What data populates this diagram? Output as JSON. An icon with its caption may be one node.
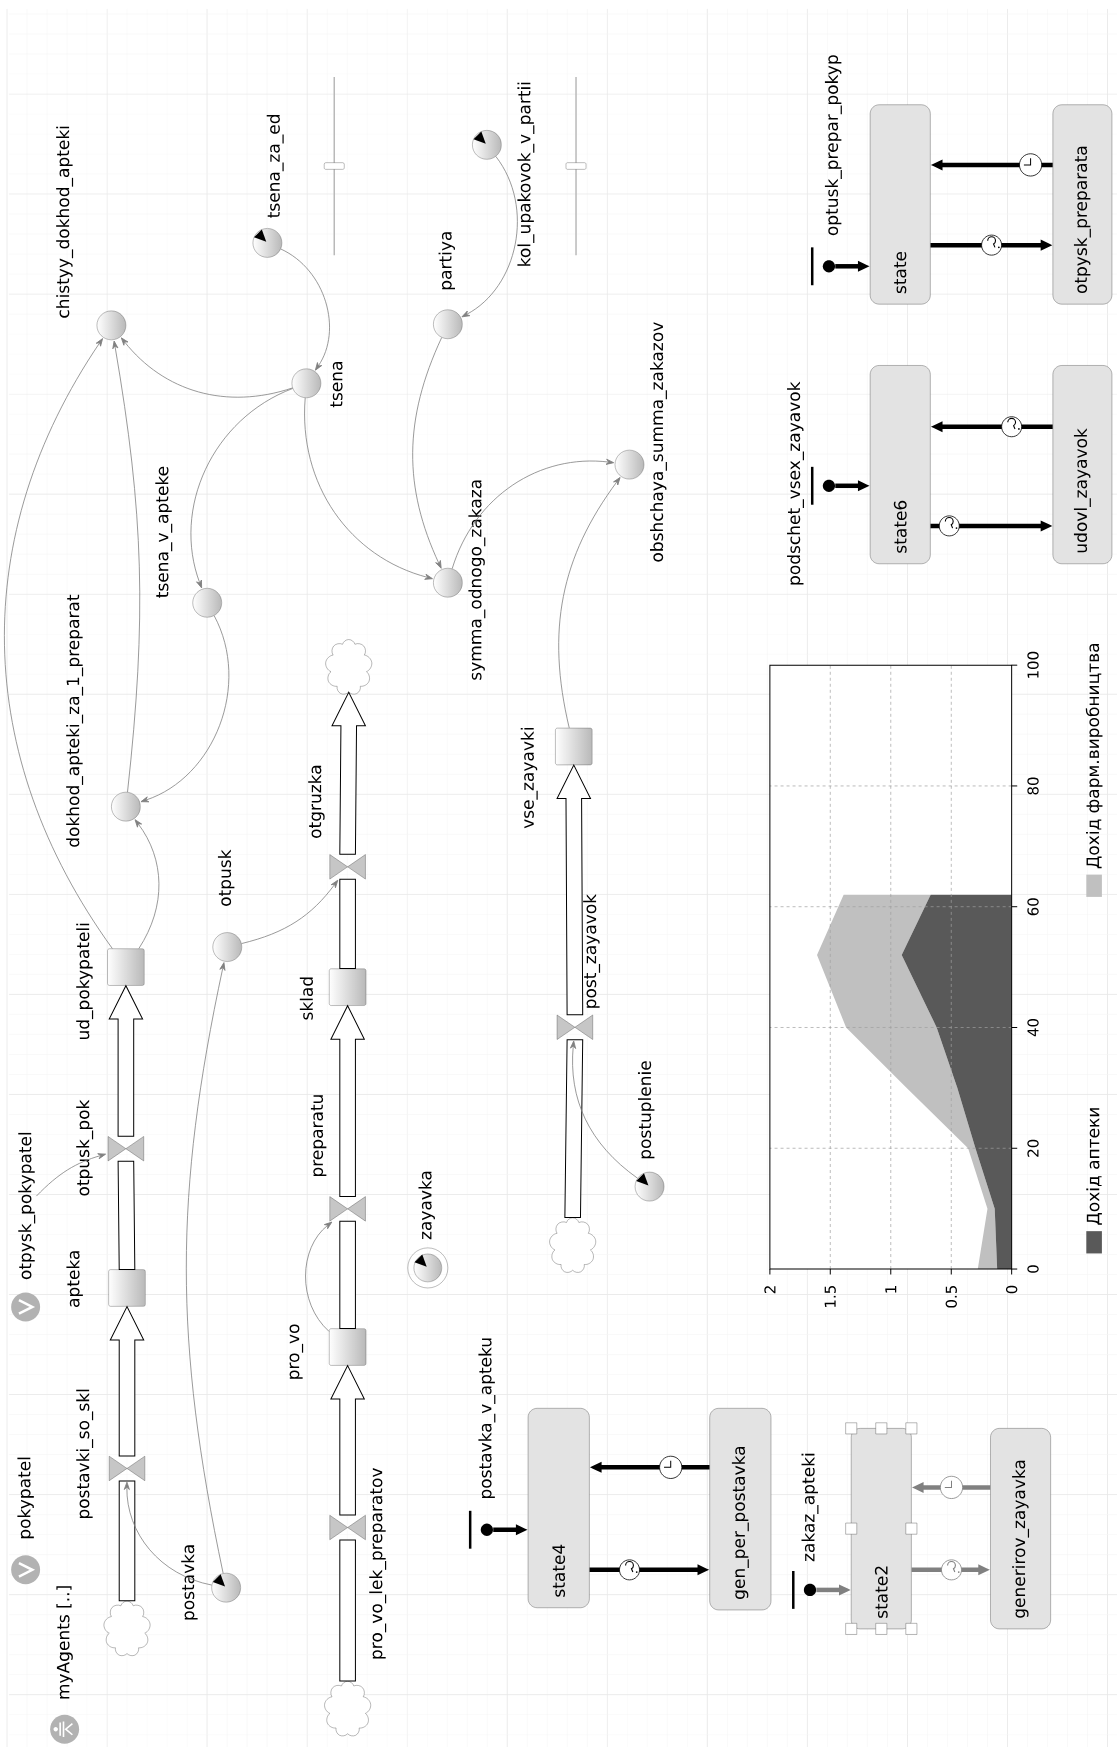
{
  "diagram": {
    "nodes": [
      {
        "text": [
          "chistyy_dokhod_apteki"
        ]
      },
      {
        "text": [
          "tsena_za_ed"
        ]
      },
      {
        "text": [
          "kol_upakovok_v_partii"
        ]
      },
      {
        "text": [
          "tsena"
        ]
      },
      {
        "text": [
          "partiya"
        ]
      },
      {
        "text": [
          "tsena_v_apteke"
        ]
      },
      {
        "text": [
          "symma_odnogo_zakaza"
        ]
      },
      {
        "text": [
          "obshchaya_summa_zakazov"
        ]
      },
      {
        "text": [
          "dokhod_apteki_za_1_preparat"
        ]
      },
      {
        "text": [
          "otpysk_pokypatel"
        ]
      },
      {
        "text": [],
        "shape": "cloud"
      },
      {
        "text": [
          "postavki_so_skl"
        ]
      },
      {
        "text": [
          "apteka"
        ]
      },
      {
        "text": [
          "otpusk_pok"
        ]
      },
      {
        "text": [
          "ud_pokypateli"
        ]
      },
      {
        "text": [
          "postavka"
        ]
      },
      {
        "text": [
          "otpusk"
        ]
      },
      {
        "text": [],
        "shape": "cloud"
      },
      {
        "text": [
          "pro_vo_lek_preparatov"
        ]
      },
      {
        "text": [
          "pro_vo"
        ]
      },
      {
        "text": [
          "preparatu"
        ]
      },
      {
        "text": [
          "sklad"
        ]
      },
      {
        "text": [
          "otgruzka"
        ]
      },
      {
        "text": [],
        "shape": "cloud"
      },
      {
        "text": [
          "zayavka"
        ]
      },
      {
        "text": [],
        "shape": "cloud"
      },
      {
        "text": [
          "post_zayavok"
        ]
      },
      {
        "text": [
          "vse_zayavki"
        ]
      },
      {
        "text": [
          "postuplenie"
        ]
      },
      {
        "text": [
          "postavka_v_apteku"
        ]
      },
      {
        "text": [
          "state4"
        ]
      },
      {
        "text": [
          "gen_per_postavka"
        ]
      },
      {
        "text": [
          "zakaz_apteki"
        ]
      },
      {
        "text": [
          "state2"
        ]
      },
      {
        "text": [
          "generirov_zayavka"
        ]
      },
      {
        "text": [
          "podschet_vsex_zayavok"
        ]
      },
      {
        "text": [
          "state6"
        ]
      },
      {
        "text": [
          "udovl_zayavok"
        ]
      },
      {
        "text": [
          "optusk_prepar_pokyp"
        ]
      },
      {
        "text": [
          "state"
        ]
      },
      {
        "text": [
          "otpysk_preparata"
        ]
      }
    ],
    "edges": [
      {
        "from": 1,
        "to": 3,
        "arrow": "to"
      },
      {
        "from": 2,
        "to": 4,
        "arrow": "to"
      },
      {
        "from": 3,
        "to": 0,
        "arrow": "to"
      },
      {
        "from": 3,
        "to": 5,
        "arrow": "to"
      },
      {
        "from": 3,
        "to": 6,
        "arrow": "to"
      },
      {
        "from": 4,
        "to": 6,
        "arrow": "to"
      },
      {
        "from": 6,
        "to": 7,
        "arrow": "to"
      },
      {
        "from": 27,
        "to": 7,
        "arrow": "to"
      },
      {
        "from": 5,
        "to": 8,
        "arrow": "to"
      },
      {
        "from": 14,
        "to": 8,
        "arrow": "to"
      },
      {
        "from": 14,
        "to": 0,
        "arrow": "to"
      },
      {
        "from": 8,
        "to": 0,
        "arrow": "to"
      },
      {
        "from": 15,
        "to": 11,
        "arrow": "to"
      },
      {
        "from": 15,
        "to": 16,
        "arrow": "to"
      },
      {
        "from": 16,
        "to": 22,
        "arrow": "to"
      },
      {
        "from": 19,
        "to": 20,
        "arrow": "to"
      },
      {
        "from": 28,
        "to": 26,
        "arrow": "to"
      },
      {
        "from": 9,
        "to": 13,
        "arrow": "to"
      },
      {
        "from": 10,
        "to": 11,
        "arrow": "none",
        "style": "thick",
        "color": "#000000"
      },
      {
        "from": 11,
        "to": 12,
        "arrow": "to",
        "style": "thick",
        "color": "#000000"
      },
      {
        "from": 12,
        "to": 13,
        "arrow": "none",
        "style": "thick",
        "color": "#000000"
      },
      {
        "from": 13,
        "to": 14,
        "arrow": "to",
        "style": "thick",
        "color": "#000000"
      },
      {
        "from": 17,
        "to": 18,
        "arrow": "none",
        "style": "thick",
        "color": "#000000"
      },
      {
        "from": 18,
        "to": 19,
        "arrow": "to",
        "style": "thick",
        "color": "#000000"
      },
      {
        "from": 19,
        "to": 20,
        "arrow": "none",
        "style": "thick",
        "color": "#000000"
      },
      {
        "from": 20,
        "to": 21,
        "arrow": "to",
        "style": "thick",
        "color": "#000000"
      },
      {
        "from": 21,
        "to": 22,
        "arrow": "none",
        "style": "thick",
        "color": "#000000"
      },
      {
        "from": 22,
        "to": 23,
        "arrow": "to",
        "style": "thick",
        "color": "#000000"
      },
      {
        "from": 25,
        "to": 26,
        "arrow": "none",
        "style": "thick",
        "color": "#000000"
      },
      {
        "from": 26,
        "to": 27,
        "arrow": "to",
        "style": "thick",
        "color": "#000000"
      },
      {
        "from": 29,
        "to": 30,
        "arrow": "to",
        "style": "thick",
        "color": "#000000"
      },
      {
        "from": 32,
        "to": 33,
        "arrow": "to",
        "style": "thick"
      },
      {
        "from": 35,
        "to": 36,
        "arrow": "to",
        "style": "thick",
        "color": "#000000"
      },
      {
        "from": 38,
        "to": 39,
        "arrow": "to",
        "style": "thick",
        "color": "#000000"
      },
      {
        "from": 30,
        "to": 31,
        "arrow": "to",
        "style": "thick",
        "color": "#000000"
      },
      {
        "from": 31,
        "to": 30,
        "arrow": "to",
        "style": "thick",
        "color": "#000000"
      },
      {
        "from": 33,
        "to": 34,
        "arrow": "to",
        "style": "thick"
      },
      {
        "from": 34,
        "to": 33,
        "arrow": "to",
        "style": "thick"
      },
      {
        "from": 36,
        "to": 37,
        "arrow": "to",
        "style": "thick",
        "color": "#000000"
      },
      {
        "from": 37,
        "to": 36,
        "arrow": "to",
        "style": "thick",
        "color": "#000000"
      },
      {
        "from": 39,
        "to": 40,
        "arrow": "to",
        "style": "thick",
        "color": "#000000"
      },
      {
        "from": 40,
        "to": 39,
        "arrow": "to",
        "style": "thick",
        "color": "#000000"
      }
    ],
    "labels": [
      "myAgents [..]",
      "pokypatel",
      "0",
      "20",
      "40",
      "60",
      "80",
      "100",
      "2",
      "1.5",
      "1",
      "0.5",
      "0"
    ],
    "legend": [
      {
        "text": "Дохід аптеки",
        "color": "#595959"
      },
      {
        "text": "Дохід фарм.виробництва",
        "color": "#c0c0c0"
      }
    ]
  }
}
